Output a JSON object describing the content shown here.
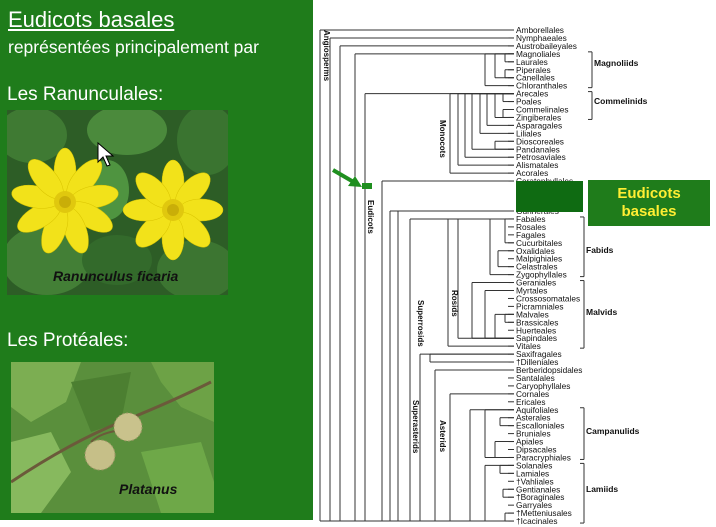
{
  "slide": {
    "title": "Eudicots basales",
    "subtitle": "représentées principalement par",
    "section_1": "Les Ranunculales:",
    "section_2": "Les Protéales:",
    "photo_1_caption": "Ranunculus ficaria",
    "photo_2_caption": "Platanus",
    "callout": "Eudicots basales"
  },
  "tree": {
    "taxa": [
      "Amborellales",
      "Nymphaeales",
      "Austrobaileyales",
      "Magnoliales",
      "Laurales",
      "Piperales",
      "Canellales",
      "Chloranthales",
      "Arecales",
      "Poales",
      "Commelinales",
      "Zingiberales",
      "Asparagales",
      "Liliales",
      "Dioscoreales",
      "Pandanales",
      "Petrosaviales",
      "Alismatales",
      "Acorales",
      "Ceratophyllales",
      "Gunnerales",
      "Fabales",
      "Rosales",
      "Fagales",
      "Cucurbitales",
      "Oxalidales",
      "Malpighiales",
      "Celastrales",
      "Zygophyllales",
      "Geraniales",
      "Myrtales",
      "Crossosomatales",
      "Picramniales",
      "Malvales",
      "Brassicales",
      "Huerteales",
      "Sapindales",
      "Vitales",
      "Saxifragales",
      "†Dilleniales",
      "Berberidopsidales",
      "Santalales",
      "Caryophyllales",
      "Cornales",
      "Ericales",
      "Aquifoliales",
      "Asterales",
      "Escalloniales",
      "Bruniales",
      "Apiales",
      "Dipsacales",
      "Paracryphiales",
      "Solanales",
      "Lamiales",
      "†Vahliales",
      "Gentianales",
      "†Boraginales",
      "Garryales",
      "†Metteniusales",
      "†Icacinales"
    ],
    "node_labels": [
      "Angiosperms",
      "Monocots",
      "Eudicots",
      "Rosids",
      "Superrosids",
      "Superasterids",
      "Asterids"
    ],
    "group_labels": [
      "Magnoliids",
      "Commelinids",
      "Fabids",
      "Malvids",
      "Campanulids",
      "Lamiids"
    ]
  },
  "colors": {
    "panel": "#1f7c1b",
    "callout_text": "#ffee33",
    "highlight_box": "#0f6b12"
  }
}
